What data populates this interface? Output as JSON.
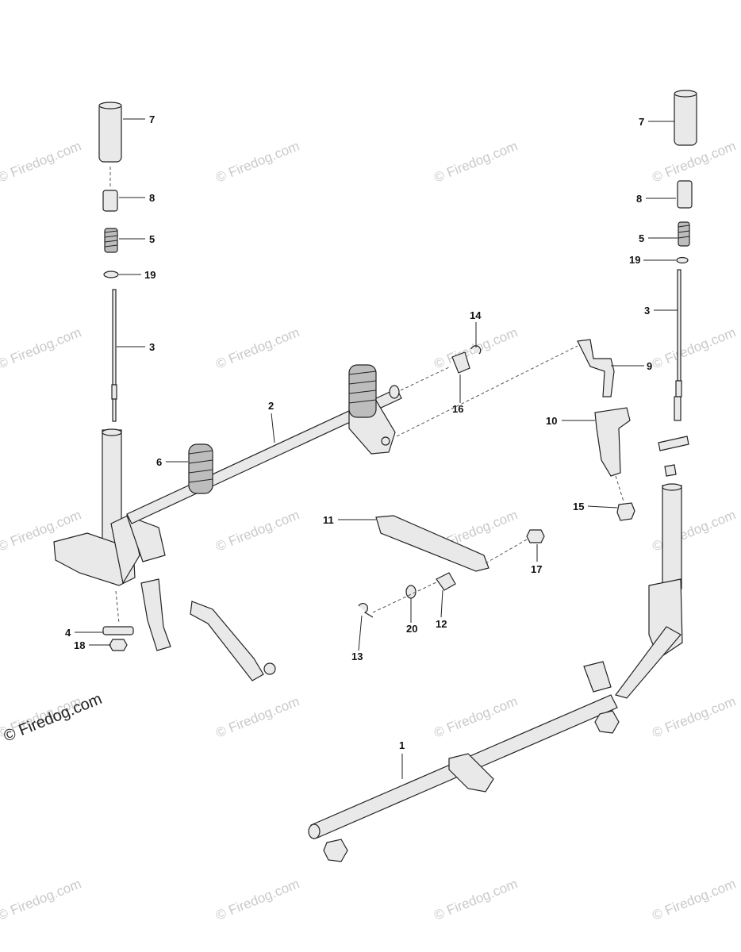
{
  "diagram": {
    "watermark_text": "© Firedog.com",
    "corner_watermark_text": "© Firedog.com",
    "callouts": [
      "7",
      "8",
      "5",
      "19",
      "3",
      "2",
      "6",
      "14",
      "16",
      "9",
      "10",
      "15",
      "11",
      "17",
      "4",
      "18",
      "20",
      "12",
      "13",
      "1"
    ]
  }
}
